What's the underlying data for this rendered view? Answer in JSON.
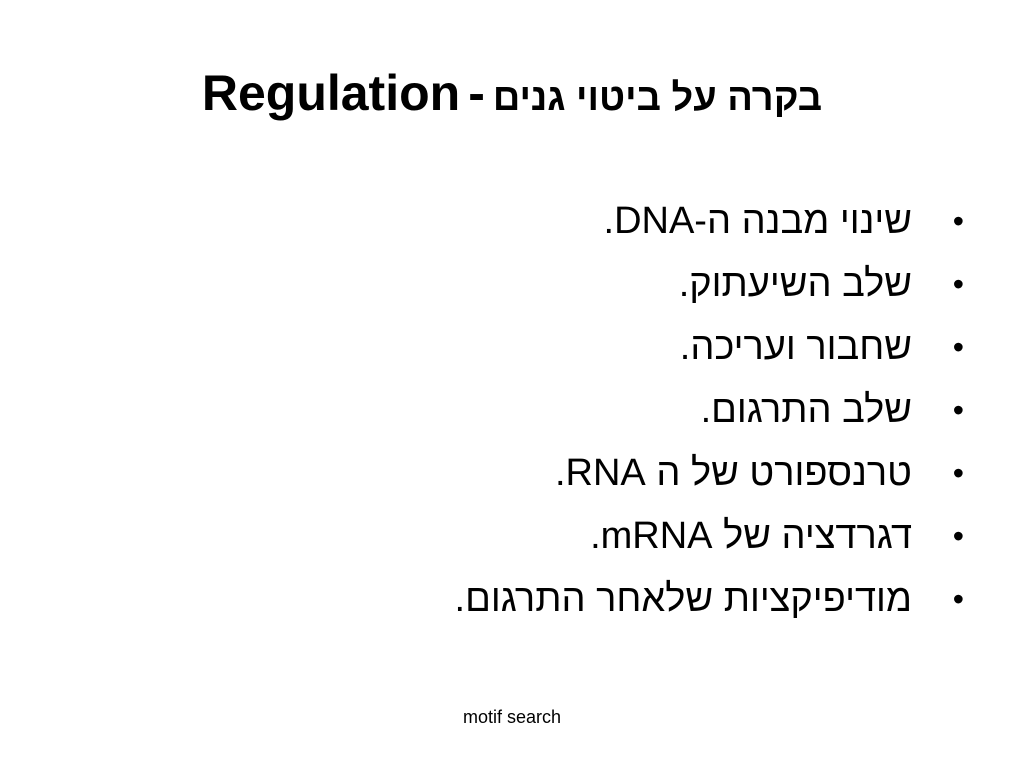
{
  "slide": {
    "title": {
      "english": "Regulation",
      "separator": "-",
      "hebrew": "בקרה על ביטוי גנים"
    },
    "bullet_symbol": "•",
    "bullets": [
      "שינוי מבנה ה-DNA.",
      "שלב השיעתוק.",
      "שחבור ועריכה.",
      "שלב התרגום.",
      "טרנספורט של ה RNA.",
      "דגרדציה של mRNA.",
      "מודיפיקציות שלאחר התרגום."
    ],
    "footer": "motif search"
  }
}
